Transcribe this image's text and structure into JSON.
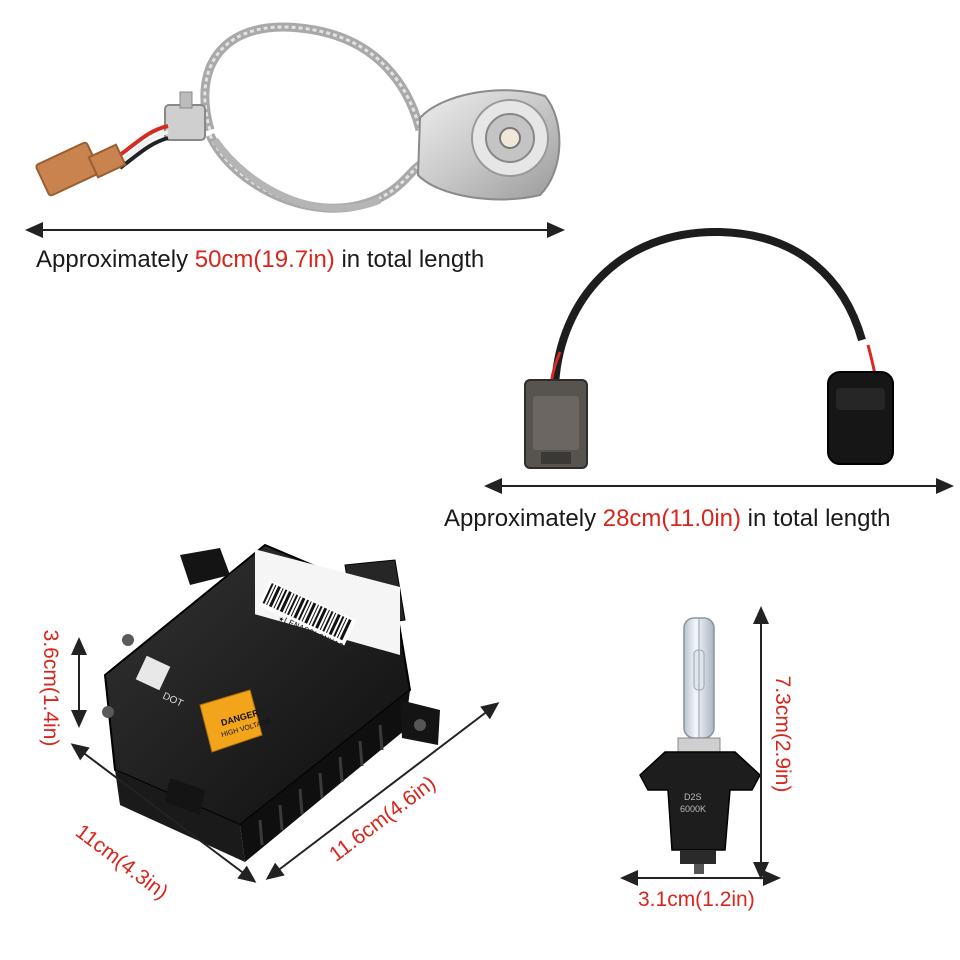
{
  "captions": {
    "cable1": {
      "prefix": "Approximately ",
      "measure": "50cm(19.7in)",
      "suffix": " in total length"
    },
    "cable2": {
      "prefix": "Approximately ",
      "measure": "28cm(11.0in)",
      "suffix": " in total length"
    }
  },
  "ballast": {
    "height": "3.6cm(1.4in)",
    "width": "11cm(4.3in)",
    "length": "11.6cm(4.6in)",
    "label_danger": "DANGER",
    "label_text": "HIGH VOLTAGE",
    "barcode_text": "★LENA00L0NHA6454★",
    "dot_text": "DOT"
  },
  "bulb": {
    "height": "7.3cm(2.9in)",
    "width": "3.1cm(1.2in)",
    "base_text_1": "D2S",
    "base_text_2": "6000K"
  },
  "colors": {
    "accent_red": "#d9261c",
    "text": "#1a1a1a",
    "ballast_body": "#1c1c1c",
    "warning_label": "#f2a51a"
  }
}
